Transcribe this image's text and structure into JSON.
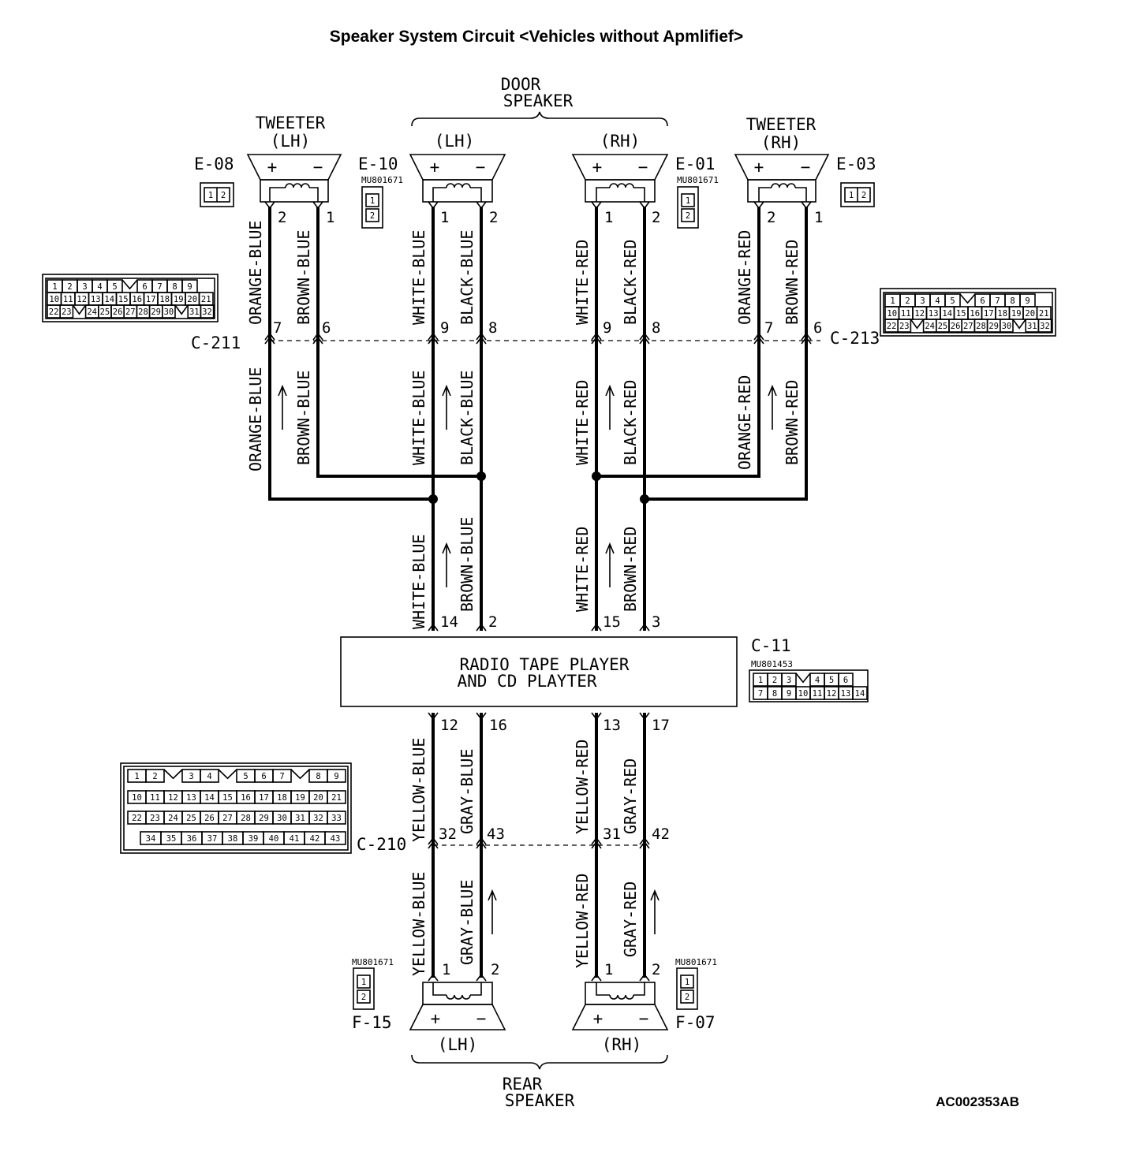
{
  "title": "Speaker System Circuit <Vehicles without Apmlifief>",
  "footer_code": "AC002353AB",
  "groups": {
    "door": [
      "DOOR",
      "SPEAKER"
    ],
    "rear": [
      "REAR",
      "SPEAKER"
    ]
  },
  "components": {
    "tweeter_lh": {
      "name": "TWEETER",
      "side": "(LH)",
      "connector": "E-08",
      "plus": "+",
      "minus": "−"
    },
    "door_lh": {
      "side": "(LH)",
      "connector": "E-10",
      "part": "MU801671",
      "plus": "+",
      "minus": "−"
    },
    "door_rh": {
      "side": "(RH)",
      "connector": "E-01",
      "part": "MU801671",
      "plus": "+",
      "minus": "−"
    },
    "tweeter_rh": {
      "name": "TWEETER",
      "side": "(RH)",
      "connector": "E-03",
      "plus": "+",
      "minus": "−"
    },
    "radio": {
      "line1": "RADIO TAPE PLAYER",
      "line2": "AND CD PLAYTER",
      "connector": "C-11",
      "part": "MU801453"
    },
    "rear_lh": {
      "side": "(LH)",
      "connector": "F-15",
      "part": "MU801671",
      "plus": "+",
      "minus": "−"
    },
    "rear_rh": {
      "side": "(RH)",
      "connector": "F-07",
      "part": "MU801671",
      "plus": "+",
      "minus": "−"
    }
  },
  "junctions": {
    "c211": "C-211",
    "c213": "C-213",
    "c210": "C-210"
  },
  "wire_labels": {
    "tw_lh_upper": [
      "ORANGE-BLUE",
      "BROWN-BLUE"
    ],
    "door_lh_upper": [
      "WHITE-BLUE",
      "BLACK-BLUE"
    ],
    "door_rh_upper": [
      "WHITE-RED",
      "BLACK-RED"
    ],
    "tw_rh_upper": [
      "ORANGE-RED",
      "BROWN-RED"
    ],
    "tw_lh_lower": [
      "ORANGE-BLUE",
      "BROWN-BLUE"
    ],
    "door_lh_lower": [
      "WHITE-BLUE",
      "BLACK-BLUE"
    ],
    "door_rh_lower": [
      "WHITE-RED",
      "BLACK-RED"
    ],
    "tw_rh_lower": [
      "ORANGE-RED",
      "BROWN-RED"
    ],
    "radio_lh": [
      "WHITE-BLUE",
      "BROWN-BLUE"
    ],
    "radio_rh": [
      "WHITE-RED",
      "BROWN-RED"
    ],
    "rear_lh_upper": [
      "YELLOW-BLUE",
      "GRAY-BLUE"
    ],
    "rear_rh_upper": [
      "YELLOW-RED",
      "GRAY-RED"
    ],
    "rear_lh_lower": [
      "YELLOW-BLUE",
      "GRAY-BLUE"
    ],
    "rear_rh_lower": [
      "YELLOW-RED",
      "GRAY-RED"
    ]
  },
  "pins": {
    "tw_lh": [
      "2",
      "1"
    ],
    "door_lh": [
      "1",
      "2"
    ],
    "door_rh": [
      "1",
      "2"
    ],
    "tw_rh": [
      "2",
      "1"
    ],
    "c211": [
      "7",
      "6",
      "9",
      "8"
    ],
    "c213": [
      "9",
      "8",
      "7",
      "6"
    ],
    "radio_top": [
      "14",
      "2",
      "15",
      "3"
    ],
    "radio_bottom": [
      "12",
      "16",
      "13",
      "17"
    ],
    "c210": [
      "32",
      "43",
      "31",
      "42"
    ],
    "rear_lh": [
      "1",
      "2"
    ],
    "rear_rh": [
      "1",
      "2"
    ]
  },
  "connector_faces": {
    "two_pin_horizontal": [
      "1",
      "2"
    ],
    "two_pin_vertical": [
      "1",
      "2"
    ],
    "c211_row1": [
      "1",
      "2",
      "3",
      "4",
      "5",
      "",
      "6",
      "7",
      "8",
      "9"
    ],
    "c211_row2": [
      "10",
      "11",
      "12",
      "13",
      "14",
      "15",
      "16",
      "17",
      "18",
      "19",
      "20",
      "21"
    ],
    "c211_row3": [
      "22",
      "23",
      "",
      "24",
      "25",
      "26",
      "27",
      "28",
      "29",
      "30",
      "",
      "31",
      "32"
    ],
    "c11_row1": [
      "1",
      "2",
      "3",
      "",
      "4",
      "5",
      "6"
    ],
    "c11_row2": [
      "7",
      "8",
      "9",
      "10",
      "11",
      "12",
      "13",
      "14"
    ],
    "c210_row1": [
      "1",
      "2",
      "",
      "3",
      "4",
      "",
      "5",
      "6",
      "7",
      "",
      "8",
      "9"
    ],
    "c210_row2": [
      "10",
      "11",
      "12",
      "13",
      "14",
      "15",
      "16",
      "17",
      "18",
      "19",
      "20",
      "21"
    ],
    "c210_row3": [
      "22",
      "23",
      "24",
      "25",
      "26",
      "27",
      "28",
      "29",
      "30",
      "31",
      "32",
      "33"
    ],
    "c210_row4": [
      "34",
      "35",
      "36",
      "37",
      "38",
      "39",
      "40",
      "41",
      "42",
      "43"
    ]
  }
}
